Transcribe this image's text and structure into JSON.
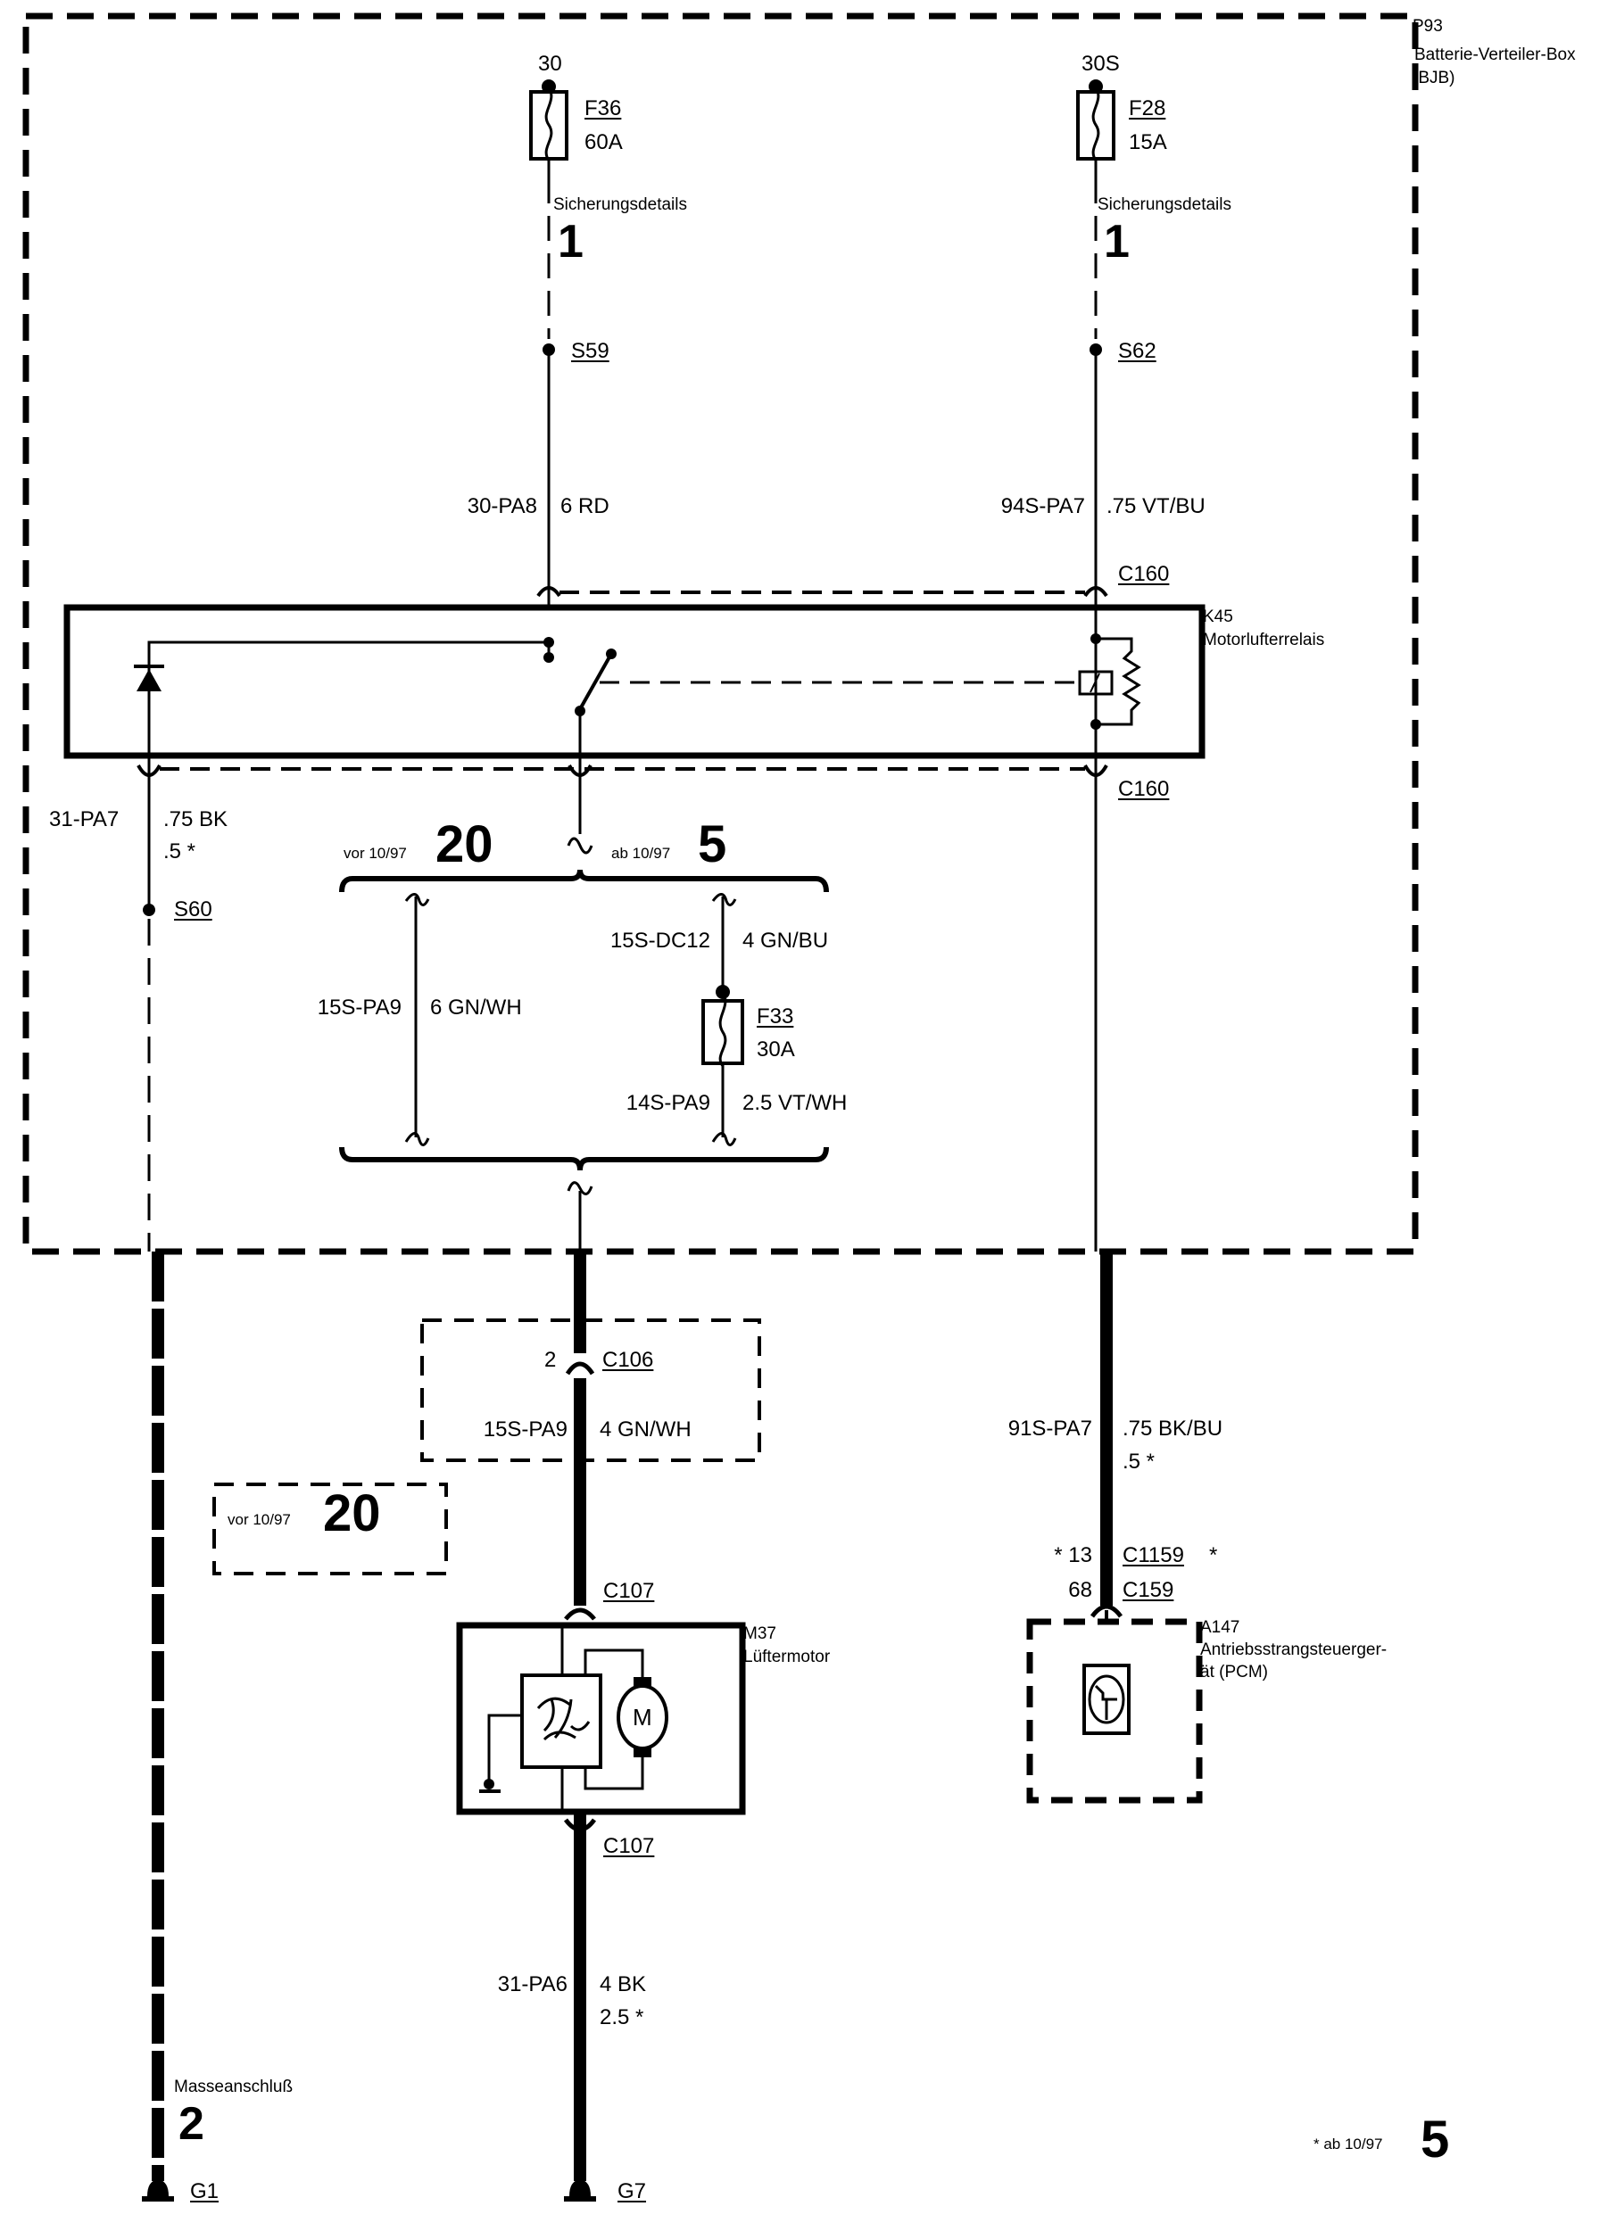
{
  "diagram": {
    "title_block": {
      "box_id": "P93",
      "box_name": "Batterie-Verteiler-Box",
      "box_abbr": "(BJB)"
    },
    "left_feed": {
      "terminal": "30",
      "fuse_id": "F36",
      "fuse_rating": "60A",
      "ref_text": "Sicherungsdetails",
      "ref_page": "1",
      "splice": "S59",
      "wire_code": "30-PA8",
      "wire_spec": "6 RD"
    },
    "right_feed": {
      "terminal": "30S",
      "fuse_id": "F28",
      "fuse_rating": "15A",
      "ref_text": "Sicherungsdetails",
      "ref_page": "1",
      "splice": "S62",
      "wire_code": "94S-PA7",
      "wire_spec": ".75 VT/BU"
    },
    "relay": {
      "connector_top": "C160",
      "connector_bottom": "C160",
      "id": "K45",
      "name": "Motorlufterrelais"
    },
    "ground_wire": {
      "wire_code": "31-PA7",
      "wire_spec": ".75 BK",
      "wire_spec_alt": ".5 *",
      "splice": "S60"
    },
    "variants": {
      "vor_text": "vor 10/97",
      "vor_ref": "20",
      "ab_text": "ab 10/97",
      "ab_ref": "5",
      "vor_wire_code": "15S-PA9",
      "vor_wire_spec": "6 GN/WH",
      "ab_wire_code_1": "15S-DC12",
      "ab_wire_spec_1": "4 GN/BU",
      "ab_fuse_id": "F33",
      "ab_fuse_rating": "30A",
      "ab_wire_code_2": "14S-PA9",
      "ab_wire_spec_2": "2.5 VT/WH"
    },
    "c106": {
      "pin": "2",
      "connector": "C106",
      "wire_code": "15S-PA9",
      "wire_spec": "4 GN/WH"
    },
    "vor_box": {
      "text": "vor 10/97",
      "ref": "20"
    },
    "motor": {
      "connector_top": "C107",
      "connector_bottom": "C107",
      "id": "M37",
      "name": "Lüftermotor",
      "symbol": "M",
      "ground_wire_code": "31-PA6",
      "ground_wire_spec": "4 BK",
      "ground_wire_spec_alt": "2.5 *",
      "ground": "G7"
    },
    "pcm": {
      "wire_code": "91S-PA7",
      "wire_spec": ".75 BK/BU",
      "wire_spec_alt": ".5 *",
      "pin_alt": "* 13",
      "connector_alt": "C1159",
      "connector_alt_mark": "*",
      "pin": "68",
      "connector": "C159",
      "id": "A147",
      "name_line1": "Antriebsstrangsteuerger-",
      "name_line2": "ät (PCM)"
    },
    "ground_left": {
      "ref_text": "Masseanschluß",
      "ref_page": "2",
      "ground": "G1"
    },
    "footnote": {
      "text": "* ab 10/97",
      "ref": "5"
    }
  }
}
